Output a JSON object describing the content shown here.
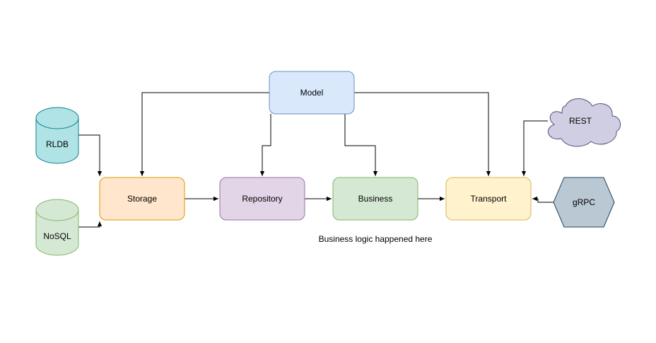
{
  "nodes": {
    "model": {
      "label": "Model",
      "fill": "#dae8fc",
      "stroke": "#6c8ebf"
    },
    "rldb": {
      "label": "RLDB",
      "fill": "#b0e3e6",
      "stroke": "#0e8088"
    },
    "nosql": {
      "label": "NoSQL",
      "fill": "#d5e8d4",
      "stroke": "#82b366"
    },
    "storage": {
      "label": "Storage",
      "fill": "#ffe6cc",
      "stroke": "#d79b00"
    },
    "repository": {
      "label": "Repository",
      "fill": "#e1d5e7",
      "stroke": "#9673a6"
    },
    "business": {
      "label": "Business",
      "fill": "#d5e8d4",
      "stroke": "#82b366"
    },
    "transport": {
      "label": "Transport",
      "fill": "#fff2cc",
      "stroke": "#d6b656"
    },
    "rest": {
      "label": "REST",
      "fill": "#d0cee2",
      "stroke": "#56517e"
    },
    "grpc": {
      "label": "gRPC",
      "fill": "#bac8d3",
      "stroke": "#23445d"
    }
  },
  "annotation": {
    "business_note": "Business logic happened here"
  },
  "edges": [
    {
      "from": "Model",
      "to": "Storage"
    },
    {
      "from": "Model",
      "to": "Repository"
    },
    {
      "from": "Model",
      "to": "Business"
    },
    {
      "from": "Model",
      "to": "Transport"
    },
    {
      "from": "RLDB",
      "to": "Storage"
    },
    {
      "from": "NoSQL",
      "to": "Storage"
    },
    {
      "from": "Storage",
      "to": "Repository"
    },
    {
      "from": "Repository",
      "to": "Business"
    },
    {
      "from": "Business",
      "to": "Transport"
    },
    {
      "from": "REST",
      "to": "Transport"
    },
    {
      "from": "gRPC",
      "to": "Transport"
    }
  ],
  "colors": {
    "edge": "#000000"
  }
}
